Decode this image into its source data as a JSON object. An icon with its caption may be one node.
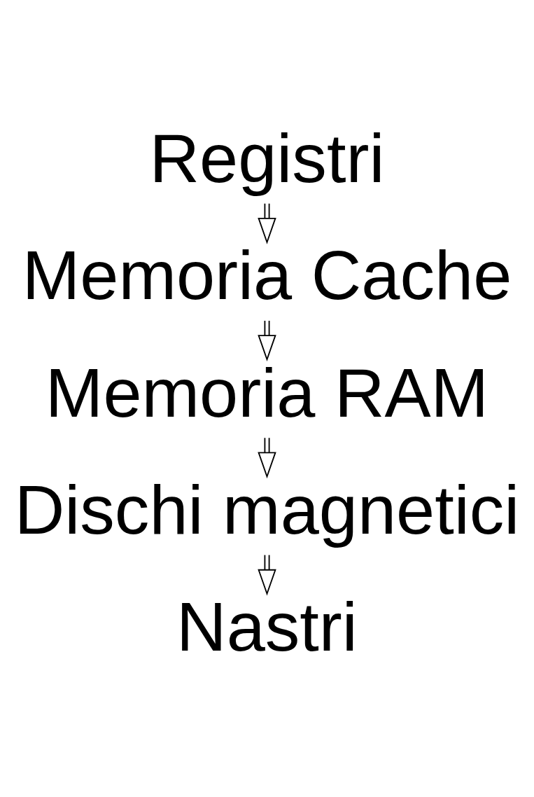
{
  "diagram": {
    "nodes": [
      {
        "text": [
          "Registri"
        ]
      },
      {
        "text": [
          "Memoria Cache"
        ]
      },
      {
        "text": [
          "Memoria RAM"
        ]
      },
      {
        "text": [
          "Dischi magnetici"
        ]
      },
      {
        "text": [
          "Nastri"
        ]
      }
    ],
    "edges": [
      {
        "from": 0,
        "to": 1,
        "arrow": "to"
      },
      {
        "from": 1,
        "to": 2,
        "arrow": "to"
      },
      {
        "from": 2,
        "to": 3,
        "arrow": "to"
      },
      {
        "from": 3,
        "to": 4,
        "arrow": "to"
      }
    ]
  }
}
